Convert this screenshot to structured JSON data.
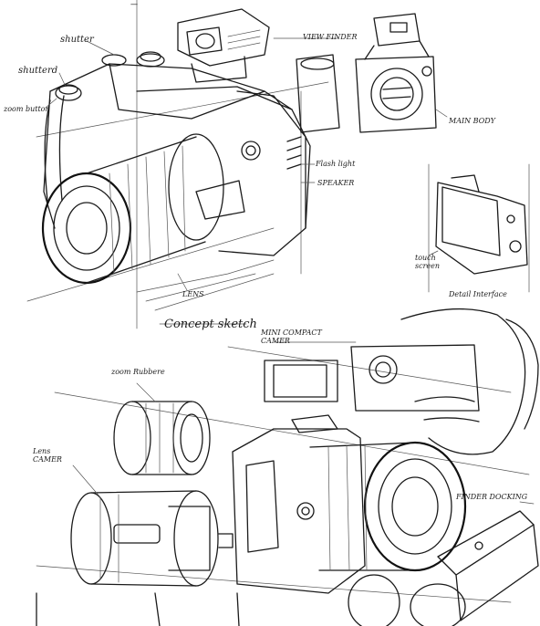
{
  "labels": {
    "shutter": "shutter",
    "shutter_dial": "shutterd",
    "zoom_button": "zoom button",
    "view_finder": "VIEW FINDER",
    "main_body": "MAIN BODY",
    "flash_light": "Flash light",
    "speaker": "SPEAKER",
    "touch_screen": "touch screen",
    "detail_interface": "Detail Interface",
    "lens": "LENS",
    "concept_sketch": "Concept sketch",
    "mini_compact_camera": "MINI COMPACT CAMER",
    "zoom_rubber": "zoom Rubbere",
    "lens_camer": "Lens CAMER",
    "finder_docking": "FINDER DOCKING"
  },
  "colors": {
    "ink": "#1b1b1b",
    "paper": "#ffffff"
  }
}
